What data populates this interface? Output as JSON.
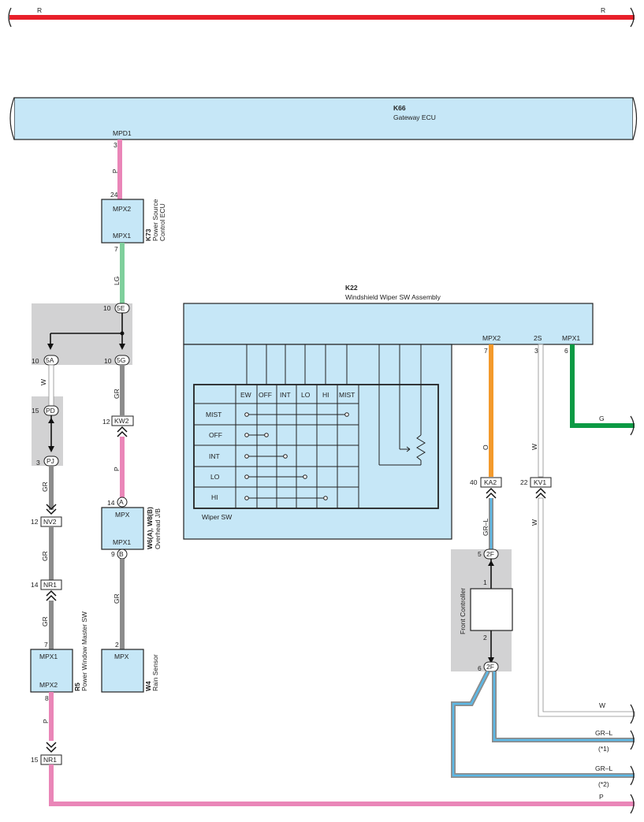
{
  "colors": {
    "R": "#e8202a",
    "P": "#ea86b8",
    "LG": "#7fcf9c",
    "W": "#ffffff",
    "GR": "#8c8c8c",
    "O": "#f39a2c",
    "G": "#0c9a44",
    "L": "#5bb8e6",
    "ecu_fill": "#c6e7f7",
    "jb_fill": "#d2d2d3"
  },
  "top_wire": {
    "left": "R",
    "right": "R"
  },
  "gateway": {
    "code": "K66",
    "name": "Gateway ECU",
    "pin_label": "MPD1",
    "pin": "3"
  },
  "wire_k66_k73": "P",
  "power_ecu": {
    "code": "K73",
    "name_line1": "Power Source",
    "name_line2": "Control ECU",
    "top_port": "MPX2",
    "top_pin": "24",
    "bottom_port": "MPX1",
    "bottom_pin": "7"
  },
  "wire_k73_jb": "LG",
  "junction": {
    "c5E": {
      "pin": "10",
      "label": "5E"
    },
    "c5A": {
      "pin": "10",
      "label": "5A"
    },
    "c5G": {
      "pin": "10",
      "label": "5G"
    },
    "cPD": {
      "pin": "15",
      "label": "PD"
    },
    "cPJ": {
      "pin": "3",
      "label": "PJ"
    }
  },
  "left_wires": {
    "w1": "W",
    "w2": "GR",
    "w3": "GR",
    "w4": "GR",
    "w5": "P"
  },
  "nv2": {
    "pin": "12",
    "label": "NV2"
  },
  "nr1_top": {
    "pin": "14",
    "label": "NR1"
  },
  "nr1_bottom": {
    "pin": "15",
    "label": "NR1"
  },
  "r5": {
    "code": "R5",
    "name": "Power Window Master SW",
    "top_port": "MPX1",
    "top_pin": "7",
    "bottom_port": "MPX2",
    "bottom_pin": "8"
  },
  "mid_wires": {
    "w1": "GR",
    "w2": "P",
    "w3": "GR"
  },
  "kw2": {
    "pin": "12",
    "label": "KW2"
  },
  "w6": {
    "code": "W6(A), W8(B)",
    "name": "Overhead J/B",
    "top_port": "MPX",
    "bottom_port": "MPX1",
    "a_pin": "14",
    "a_label": "A",
    "b_pin": "9",
    "b_label": "B"
  },
  "w4": {
    "code": "W4",
    "name": "Rain Sensor",
    "port": "MPX",
    "pin": "2"
  },
  "k22": {
    "code": "K22",
    "name": "Windshield Wiper SW Assembly",
    "port_mpx2": "MPX2",
    "pin_mpx2": "7",
    "port_2s": "2S",
    "pin_2s": "3",
    "port_mpx1": "MPX1",
    "pin_mpx1": "6"
  },
  "wiper_sw": {
    "label": "Wiper SW",
    "columns": [
      "EW",
      "OFF",
      "INT",
      "LO",
      "HI",
      "MIST"
    ],
    "rows": [
      "MIST",
      "OFF",
      "INT",
      "LO",
      "HI"
    ]
  },
  "right_wires": {
    "o": "O",
    "w1": "W",
    "g": "G",
    "grl": "GR–L",
    "w2": "W"
  },
  "ka2": {
    "pin": "40",
    "label": "KA2"
  },
  "kv1": {
    "pin": "22",
    "label": "KV1"
  },
  "front_controller": {
    "name": "Front Controller",
    "top_pin_c": "5",
    "top_label": "2F",
    "pin1": "1",
    "pin2": "2",
    "bottom_pin_c": "6",
    "bottom_label": "2F"
  },
  "outputs": {
    "w": "W",
    "grl1": "GR–L",
    "note1": "(*1)",
    "grl2": "GR–L",
    "note2": "(*2)",
    "p": "P"
  }
}
